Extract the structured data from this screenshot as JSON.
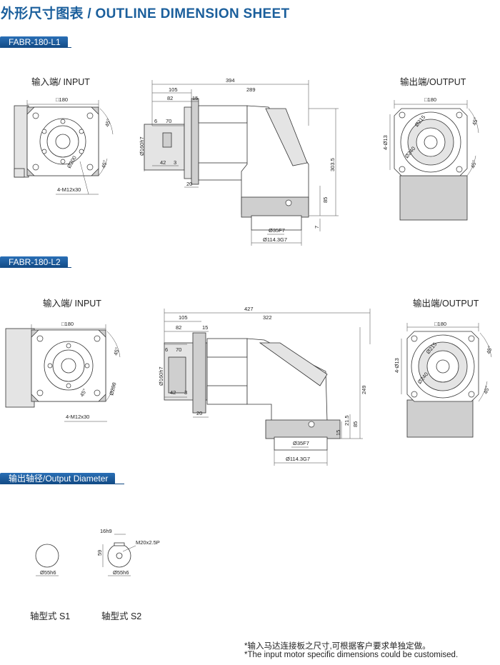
{
  "title": "外形尺寸图表 / OUTLINE DIMENSION SHEET",
  "colors": {
    "brand": "#1b5f9c",
    "tag_bg": "#1a5a99"
  },
  "section_l1": {
    "tag": "FABR-180-L1",
    "input_label": "输入端/ INPUT",
    "output_label": "输出端/OUTPUT",
    "dims": {
      "in_square": "□180",
      "in_pcd": "Ø200",
      "in_thread": "4-M12x30",
      "in_angle_a": "45°",
      "in_angle_b": "45°",
      "total": "394",
      "left": "105",
      "right": "289",
      "d82": "82",
      "d15": "15",
      "d6": "6",
      "d70": "70",
      "d160": "Ø160h7",
      "d42": "42",
      "d3": "3",
      "d20": "20",
      "h303": "303.5",
      "h85": "85",
      "h7": "7",
      "shaft": "Ø35F7",
      "pilot": "Ø114.3G7",
      "out_square": "□180",
      "out_holes": "4-Ø13",
      "out_d215": "Ø215",
      "out_d240": "Ø240",
      "out_angle_a": "45°",
      "out_angle_b": "45°"
    }
  },
  "section_l2": {
    "tag": "FABR-180-L2",
    "input_label": "输入端/ INPUT",
    "output_label": "输出端/OUTPUT",
    "dims": {
      "in_square": "□180",
      "in_pcd": "Ø200",
      "in_thread": "4-M12x30",
      "in_angle_a": "45°",
      "in_angle_b": "45°",
      "total": "427",
      "left": "105",
      "right": "322",
      "d82": "82",
      "d15": "15",
      "d6": "6",
      "d70": "70",
      "d160": "Ø160h7",
      "d42": "42",
      "d3": "3",
      "d20": "20",
      "h249": "249",
      "h21": "21.5",
      "h85": "85",
      "h15": "15",
      "shaft": "Ø35F7",
      "pilot": "Ø114.3G7",
      "out_square": "□180",
      "out_holes": "4-Ø13",
      "out_d215": "Ø215",
      "out_d240": "Ø240",
      "out_angle_a": "45°",
      "out_angle_b": "45°"
    }
  },
  "shaft_section": {
    "tag": "输出轴径/Output Diameter",
    "s1_dia": "Ø55h6",
    "s2_key": "16h9",
    "s2_height": "59",
    "s2_thread": "M20x2.5P",
    "s2_dia": "Ø55h6",
    "s1_label": "轴型式 S1",
    "s2_label": "轴型式 S2"
  },
  "notes": {
    "cn": "*输入马达连接板之尺寸,可根据客户要求单独定做。",
    "en": "*The input motor specific dimensions could be customised."
  }
}
